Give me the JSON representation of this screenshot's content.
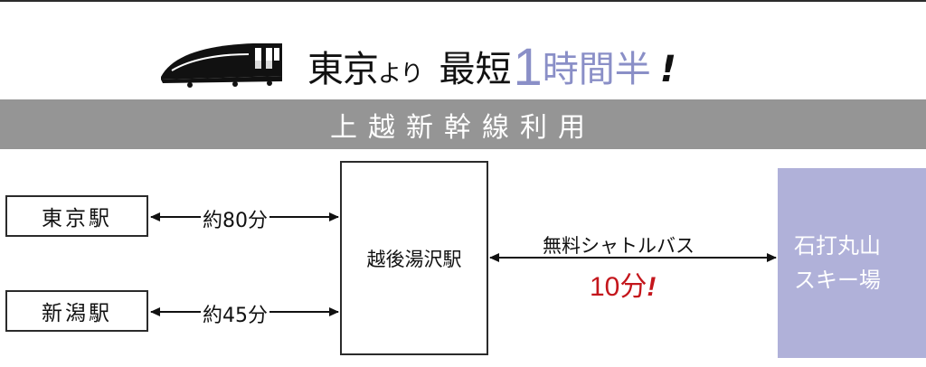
{
  "header": {
    "from_a": "東京",
    "from_b": "より",
    "main": "最短",
    "num": "1",
    "unit": "時間半",
    "exclaim": "!"
  },
  "band": {
    "text": "上越新幹線利用"
  },
  "stations": {
    "tokyo": "東京駅",
    "niigata": "新潟駅",
    "hub": "越後湯沢駅"
  },
  "routes": {
    "tokyo_time": "約80分",
    "niigata_time": "約45分"
  },
  "bus": {
    "label": "無料シャトルバス",
    "time": "10分",
    "exclaim": "!"
  },
  "destination": {
    "line1": "石打丸山",
    "line2": "スキー場"
  },
  "colors": {
    "accent": "#8a8fc7",
    "band": "#959595",
    "destination": "#b0b1d9",
    "highlight": "#c4161c"
  }
}
